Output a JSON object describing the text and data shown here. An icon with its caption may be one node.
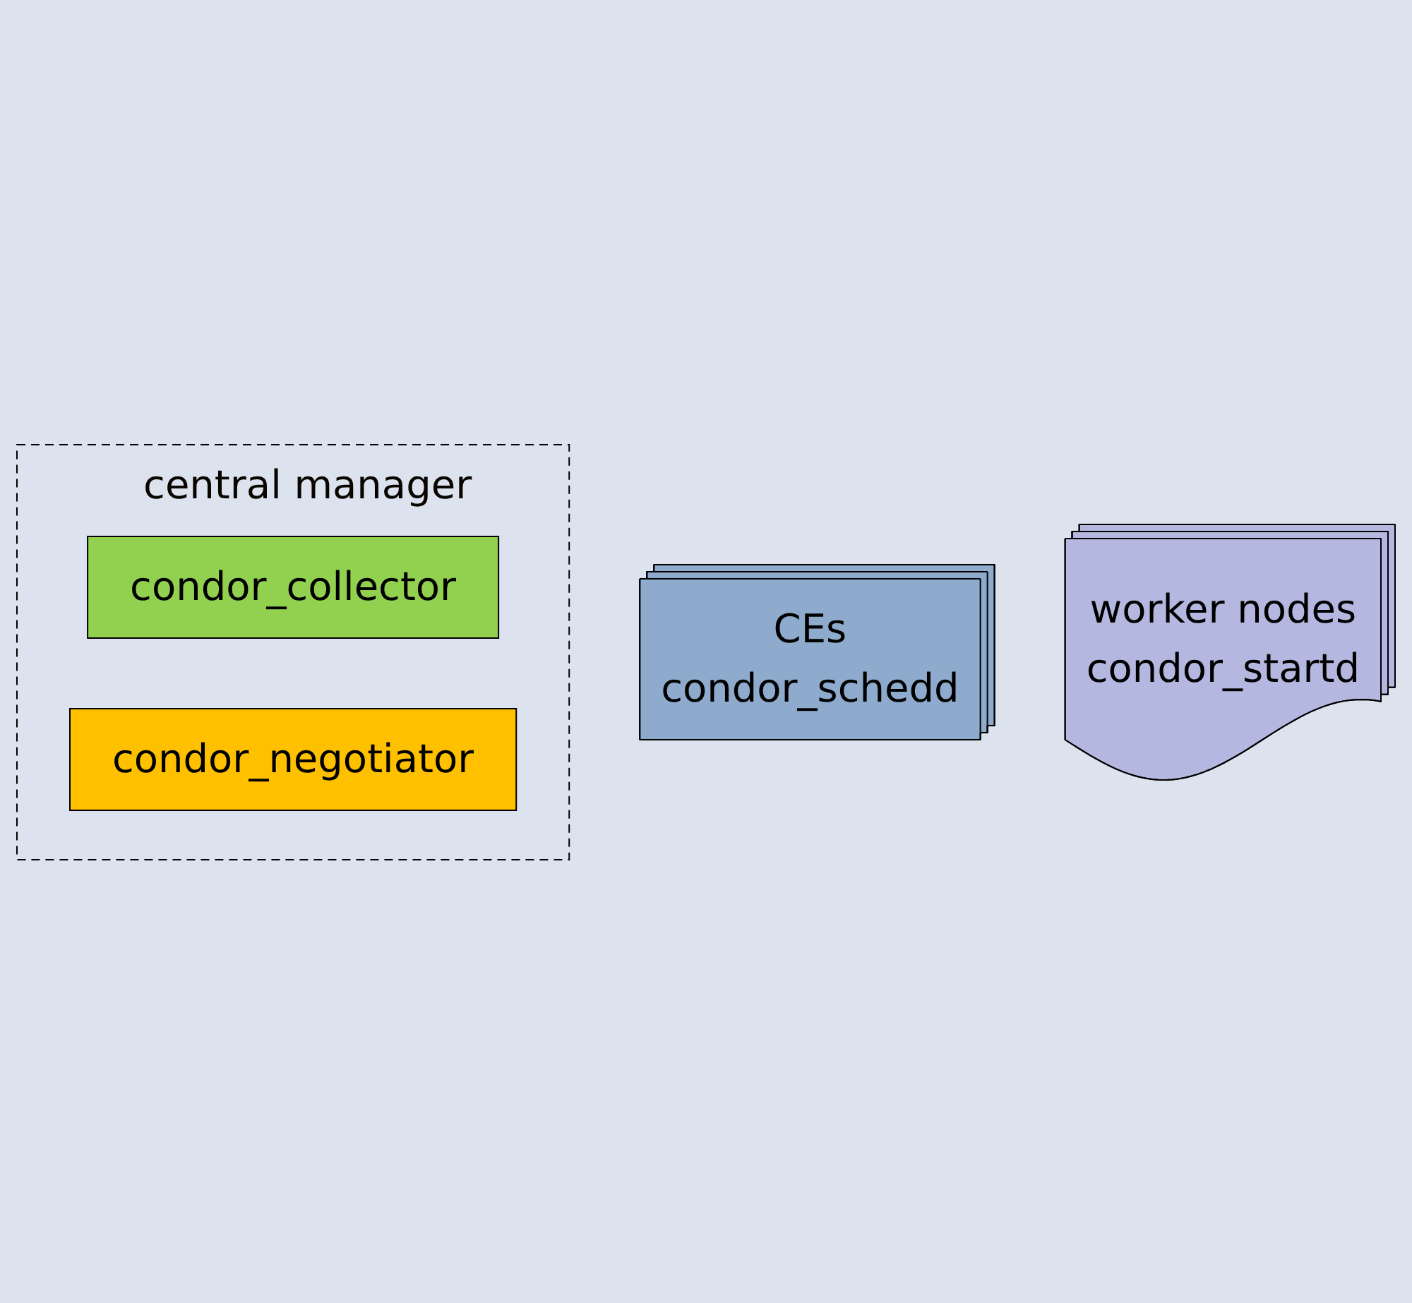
{
  "diagram": {
    "nodes": [
      {
        "text": [
          "CEs",
          "condor_schedd"
        ]
      },
      {
        "text": [
          "central manager"
        ]
      },
      {
        "text": [
          "condor_collector"
        ],
        "in": 1
      },
      {
        "text": [
          "condor_negotiator"
        ],
        "in": 1
      },
      {
        "text": [
          "worker nodes",
          "condor_startd"
        ]
      }
    ],
    "edges": []
  }
}
